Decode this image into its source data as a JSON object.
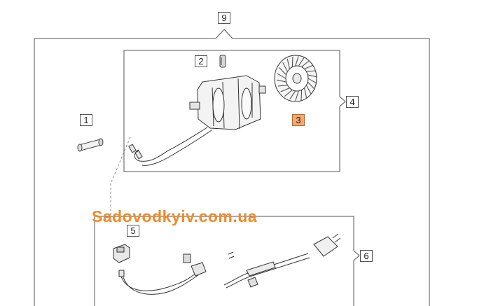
{
  "callouts": {
    "c1": "1",
    "c2": "2",
    "c3": "3",
    "c4": "4",
    "c5": "5",
    "c6": "6",
    "c9": "9"
  },
  "watermark": "Sadovodkyiv.com.ua",
  "highlight_color": "#f6a76b",
  "watermark_color": "#f28a2a",
  "line_color": "#555555"
}
